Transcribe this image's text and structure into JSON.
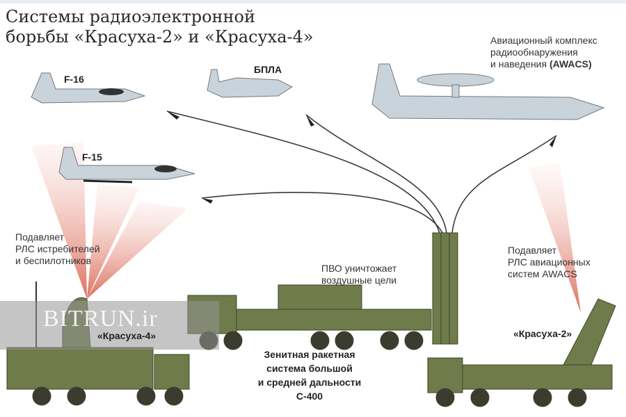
{
  "title": {
    "line1": "Системы радиоэлектронной",
    "line2": "борьбы «Красуха-2» и «Красуха-4»"
  },
  "aircraft": {
    "f16": "F-16",
    "f15": "F-15",
    "uav": "БПЛА",
    "awacs": {
      "line1": "Авиационный комплекс",
      "line2": "радиообнаружения",
      "line3_prefix": "и наведения ",
      "line3_bold": "(AWACS)"
    }
  },
  "left_caption": {
    "line1": "Подавляет",
    "line2": "РЛС истребителей",
    "line3": "и беспилотников"
  },
  "right_caption": {
    "line1": "Подавляет",
    "line2": "РЛС авиационных",
    "line3": "систем AWACS"
  },
  "s400_caption": {
    "line1": "ПВО уничтожает",
    "line2": "воздушные цели"
  },
  "s400_name": {
    "line1": "Зенитная ракетная",
    "line2": "система большой",
    "line3": "и средней дальности",
    "line4": "С-400"
  },
  "krasukha4": "«Красуха-4»",
  "krasukha2": "«Красуха-2»",
  "watermark": "BITRUN.ir",
  "colors": {
    "vehicle": "#6f7b4a",
    "beam": "#e9a79c",
    "plane": "#c9d3dc",
    "arrow": "#333333"
  }
}
